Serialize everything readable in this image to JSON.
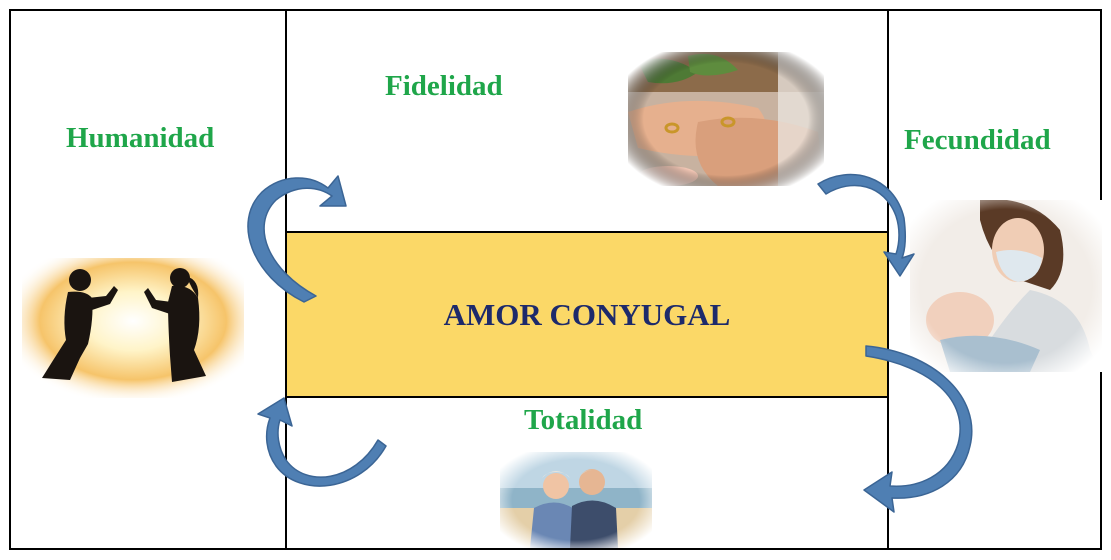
{
  "center": {
    "label": "AMOR CONYUGAL"
  },
  "labels": {
    "humanidad": "Humanidad",
    "fidelidad": "Fidelidad",
    "fecundidad": "Fecundidad",
    "totalidad": "Totalidad"
  },
  "colors": {
    "label_green": "#1fa64a",
    "center_fill": "#fbd867",
    "center_text": "#1d2a6b",
    "arrow_blue": "#4f7fb3"
  },
  "images": {
    "humanidad": "praying-couple-silhouette",
    "fidelidad": "wedding-rings-hands",
    "fecundidad": "mother-with-baby",
    "totalidad": "elderly-couple-beach"
  }
}
